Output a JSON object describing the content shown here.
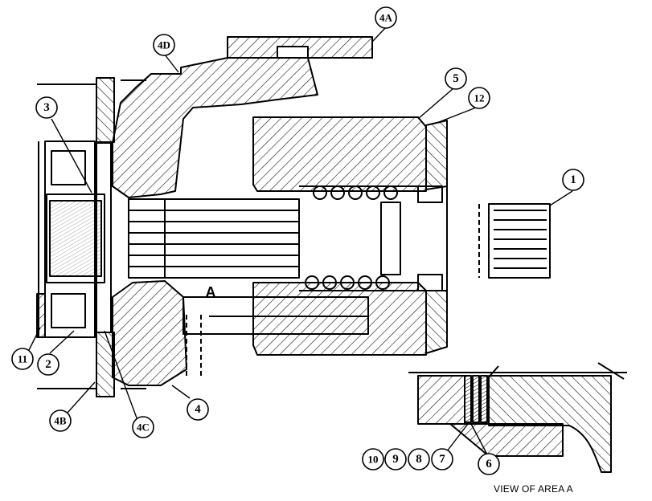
{
  "callouts": {
    "c1": "1",
    "c2": "2",
    "c3": "3",
    "c4": "4",
    "c4a": "4A",
    "c4b": "4B",
    "c4c": "4C",
    "c4d": "4D",
    "c5": "5",
    "c6": "6",
    "c7": "7",
    "c8": "8",
    "c9": "9",
    "c10": "10",
    "c11": "11",
    "c12": "12"
  },
  "area_marker": "A",
  "detail_caption": "VIEW OF AREA A"
}
